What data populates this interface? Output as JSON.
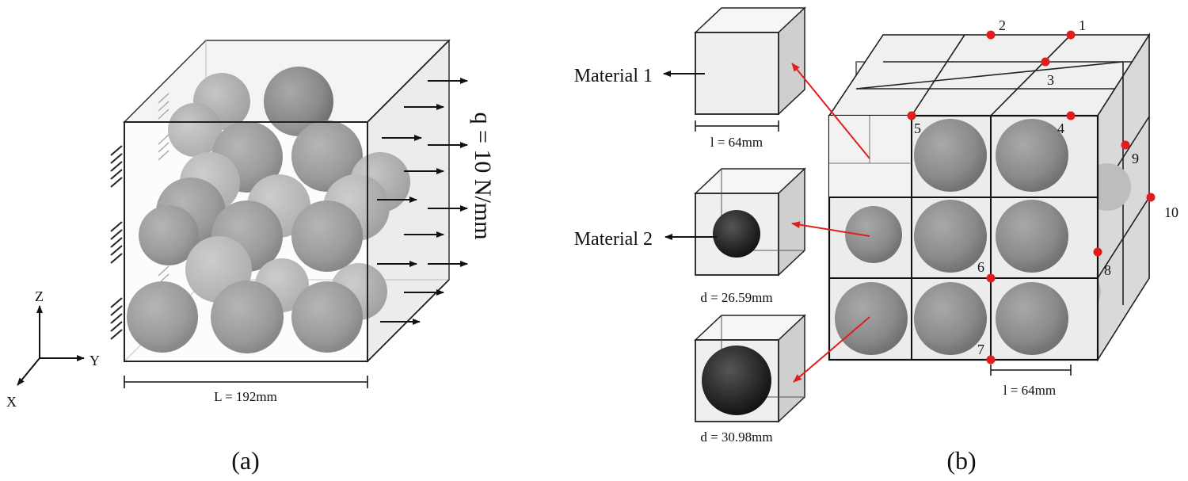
{
  "panel_a": {
    "caption": "(a)",
    "load_label": "q = 10 N/mm",
    "length_label": "L = 192mm",
    "axes": {
      "z": "Z",
      "y": "Y",
      "x": "X"
    }
  },
  "panel_b": {
    "caption": "(b)",
    "material_1_label": "Material 1",
    "material_2_label": "Material 2",
    "cell_size_label": "l = 64mm",
    "grid_size_label": "l = 64mm",
    "diameter_small_label": "d = 26.59mm",
    "diameter_large_label": "d = 30.98mm",
    "points": [
      "1",
      "2",
      "3",
      "4",
      "5",
      "6",
      "7",
      "8",
      "9",
      "10"
    ]
  },
  "colors": {
    "sphere_gray": "#8c8c8c",
    "sphere_dark": "#2b2b2b",
    "highlight_red": "#e01e1e",
    "cube_face": "#f0f0f0"
  }
}
